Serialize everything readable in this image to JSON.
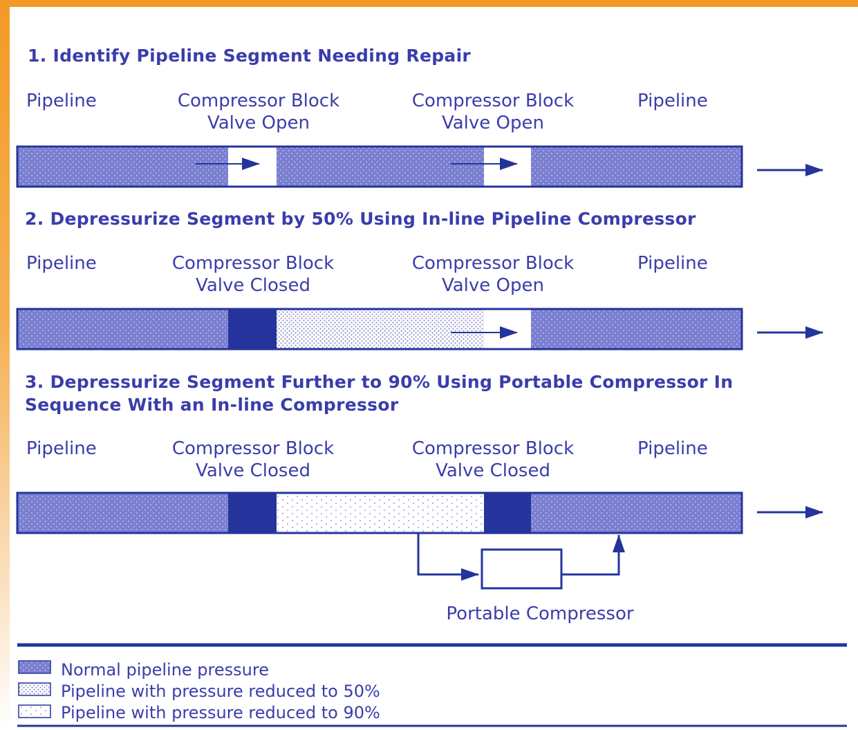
{
  "steps": [
    {
      "title": "1. Identify Pipeline Segment Needing Repair",
      "labels": {
        "left_pipeline": "Pipeline",
        "block1": [
          "Compressor Block",
          "Valve Open"
        ],
        "block2": [
          "Compressor Block",
          "Valve Open"
        ],
        "right_pipeline": "Pipeline"
      }
    },
    {
      "title": "2. Depressurize Segment by 50% Using In-line Pipeline Compressor",
      "labels": {
        "left_pipeline": "Pipeline",
        "block1": [
          "Compressor Block",
          "Valve Closed"
        ],
        "block2": [
          "Compressor Block",
          "Valve Open"
        ],
        "right_pipeline": "Pipeline"
      }
    },
    {
      "title": "3. Depressurize Segment Further to 90% Using Portable Compressor In Sequence With an In-line Compressor",
      "labels": {
        "left_pipeline": "Pipeline",
        "block1": [
          "Compressor Block",
          "Valve Closed"
        ],
        "block2": [
          "Compressor Block",
          "Valve Closed"
        ],
        "right_pipeline": "Pipeline"
      },
      "portable_compressor_label": "Portable Compressor"
    }
  ],
  "legend": [
    {
      "text": "Normal pipeline pressure"
    },
    {
      "text": "Pipeline with pressure reduced to 50%"
    },
    {
      "text": "Pipeline with pressure reduced to 90%"
    }
  ],
  "colors": {
    "frame": "#f39a25",
    "ink": "#3a3dab",
    "normal_fill": "#7b7fd0",
    "valve_closed": "#24349c",
    "rule": "#24349c"
  }
}
